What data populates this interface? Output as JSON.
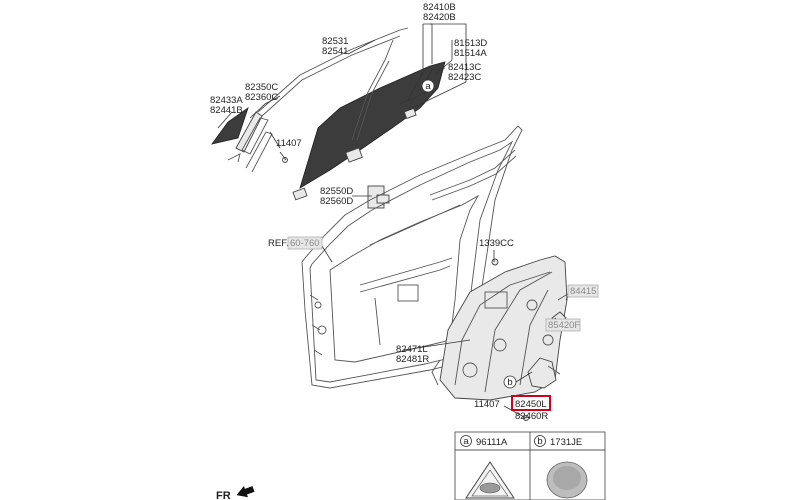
{
  "labels": {
    "p82410": "82410B",
    "p82420": "82420B",
    "p82531": "82531",
    "p82541": "82541",
    "p81513": "81513D",
    "p81514": "81514A",
    "p82413": "82413C",
    "p82423": "82423C",
    "p82350": "82350C",
    "p82360": "82360C",
    "p82433": "82433A",
    "p82441": "82441B",
    "p11407a": "11407",
    "p82550": "82550D",
    "p82560": "82560D",
    "ref": "REF.",
    "ref_code": "60-760",
    "p1339": "1339CC",
    "p84415": "84415",
    "p85420": "85420F",
    "p82471": "82471L",
    "p82481": "82481R",
    "p82450": "82450L",
    "p82460": "82460R",
    "p11407b": "11407",
    "fr": "FR"
  },
  "callouts": {
    "a": "a",
    "b": "b"
  },
  "legend": {
    "a_letter": "a",
    "a_code": "96111A",
    "b_letter": "b",
    "b_code": "1731JE"
  },
  "highlight_color": "#d0021b"
}
